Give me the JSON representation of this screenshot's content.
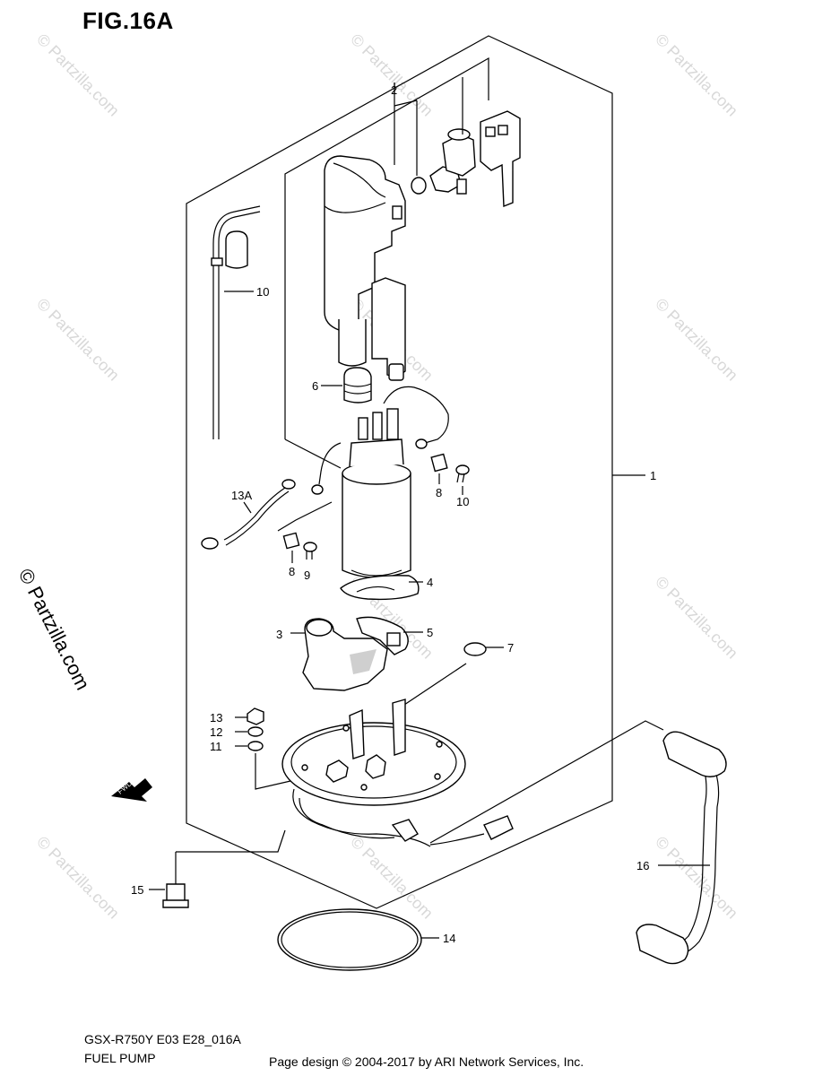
{
  "figure_label": "FIG.16A",
  "model_code": "GSX-R750Y E03 E28_016A",
  "sheet_title": "FUEL PUMP",
  "copyright_text": "Page design © 2004-2017 by ARI Network Services, Inc.",
  "side_watermark": "© Partzilla.com",
  "watermark": "© Partzilla.com",
  "fwd_label": "FWD",
  "callouts": {
    "c1": "1",
    "c2": "2",
    "c3": "3",
    "c4": "4",
    "c5": "5",
    "c6": "6",
    "c7": "7",
    "c8a": "8",
    "c8b": "8",
    "c9": "9",
    "c10a": "10",
    "c10b": "10",
    "c11": "11",
    "c12": "12",
    "c13": "13",
    "c13a": "13A",
    "c14": "14",
    "c15": "15",
    "c16": "16"
  }
}
